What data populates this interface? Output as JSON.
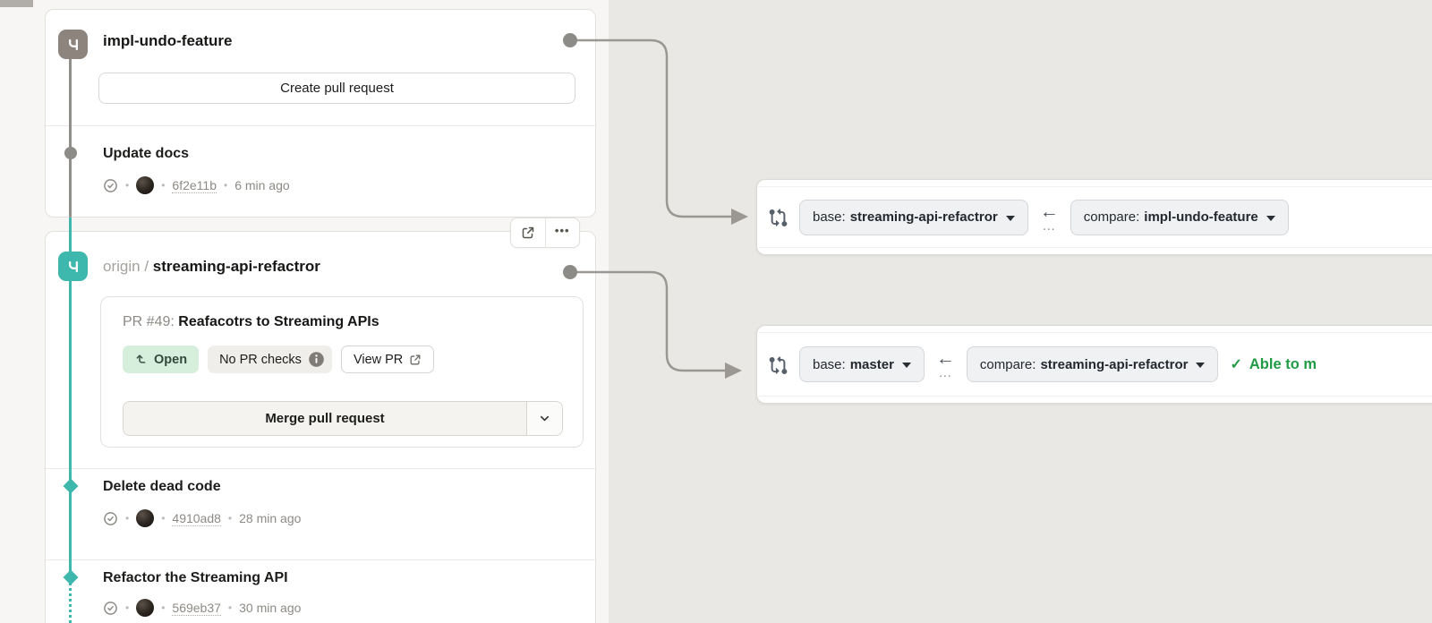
{
  "colors": {
    "accent_teal": "#3eb7ac",
    "branch_gray": "#8d847d",
    "open_badge_bg": "#d5efdc",
    "open_badge_text": "#304a3c",
    "merge_status_green": "#219a45",
    "canvas_bg": "#e9e8e5",
    "panel_bg": "#f7f6f4"
  },
  "sep": "•",
  "branch_1": {
    "name": "impl-undo-feature",
    "create_pr_label": "Create pull request",
    "commits": [
      {
        "title": "Update docs",
        "hash": "6f2e11b",
        "time": "6 min ago"
      }
    ]
  },
  "branch_2": {
    "remote": "origin",
    "path_sep": "/",
    "name": "streaming-api-refactror",
    "actions": {
      "ellipsis": "•••"
    },
    "pr": {
      "number_label": "PR #49:",
      "title": "Reafacotrs to Streaming APIs",
      "status_badge": "Open",
      "checks_badge": "No PR checks",
      "view_pr_label": "View PR",
      "merge_label": "Merge pull request"
    },
    "commits": [
      {
        "title": "Delete dead code",
        "hash": "4910ad8",
        "time": "28 min ago"
      },
      {
        "title": "Refactor the Streaming API",
        "hash": "569eb37",
        "time": "30 min ago"
      }
    ]
  },
  "compare_bars": [
    {
      "base_prefix": "base:",
      "base": "streaming-api-refactror",
      "arrow": "←",
      "dots": "…",
      "compare_prefix": "compare:",
      "compare": "impl-undo-feature"
    },
    {
      "base_prefix": "base:",
      "base": "master",
      "arrow": "←",
      "dots": "…",
      "compare_prefix": "compare:",
      "compare": "streaming-api-refactror",
      "status_check": "✓",
      "status_text": "Able to m"
    }
  ]
}
